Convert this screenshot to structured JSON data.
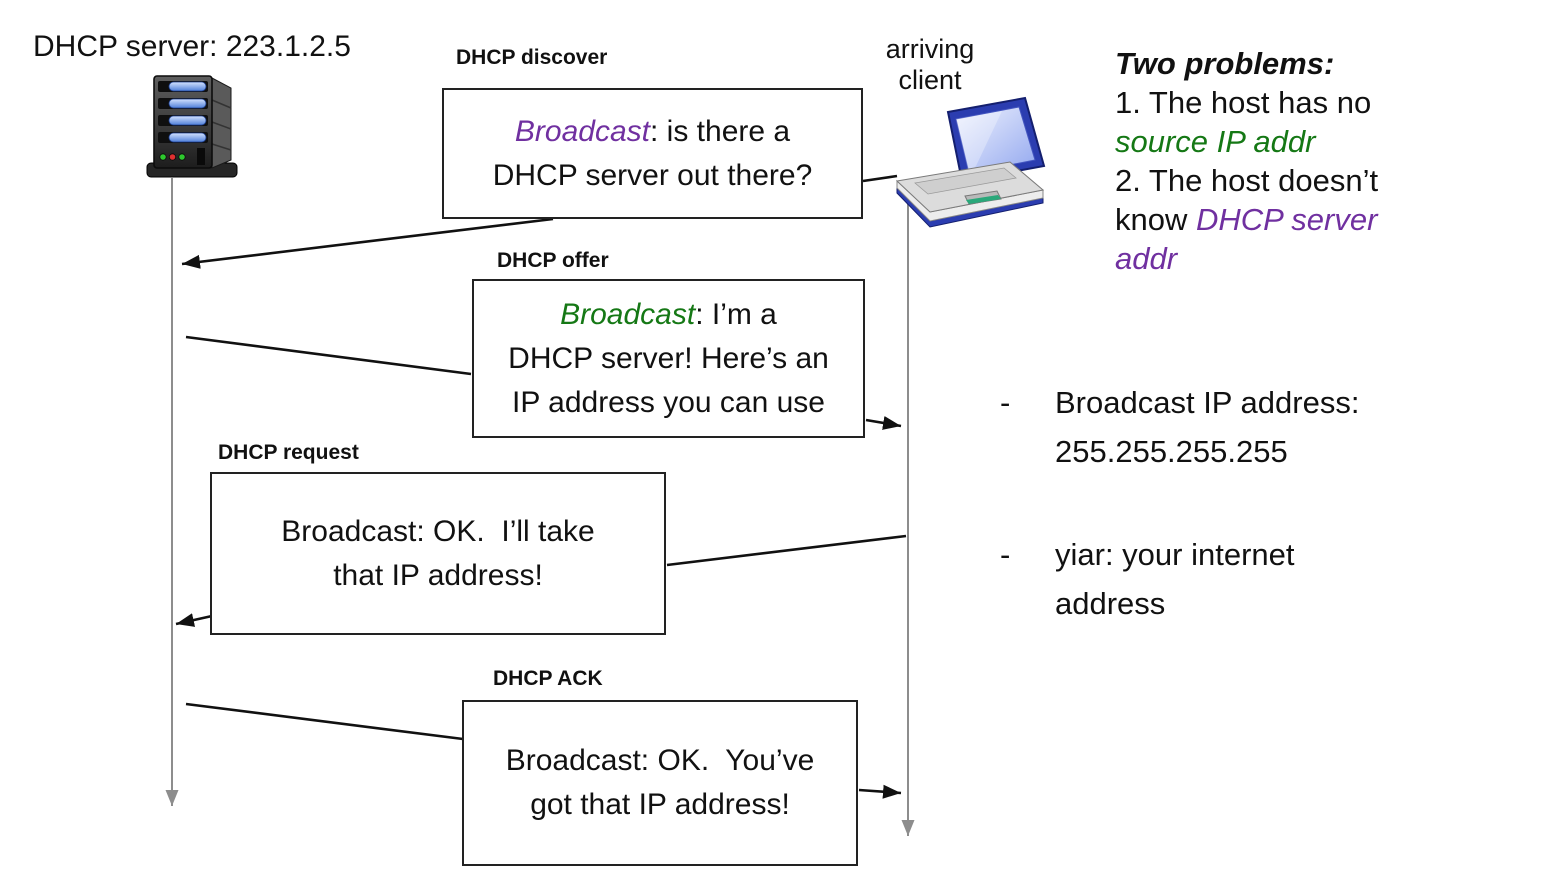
{
  "accents": {
    "purple": "#7030A0",
    "green": "#157815",
    "timeline_gray": "#8d8d8d",
    "arrow_black": "#111111"
  },
  "endpoints": {
    "server_label": "DHCP server: 223.1.2.5",
    "client_label": "arriving\nclient"
  },
  "messages": {
    "discover": {
      "label": "DHCP discover",
      "highlight": "Broadcast",
      "rest": ": is there a\nDHCP server out there?"
    },
    "offer": {
      "label": "DHCP offer",
      "highlight": "Broadcast",
      "rest": ": I’m a\nDHCP server! Here’s an\nIP address you can use"
    },
    "request": {
      "label": "DHCP request",
      "text": "Broadcast: OK.  I’ll take\nthat IP address!"
    },
    "ack": {
      "label": "DHCP ACK",
      "text": "Broadcast: OK.  You’ve\ngot that IP address!"
    }
  },
  "problems": {
    "title": "Two problems:",
    "line1": "1. The host has no",
    "line2": "source IP addr",
    "line3": "2. The host doesn’t",
    "line4_prefix": "know ",
    "line4_highlight": "DHCP server",
    "line5": "addr"
  },
  "notes": [
    {
      "dash": "-",
      "text": "Broadcast IP address:\n255.255.255.255"
    },
    {
      "dash": "-",
      "text": "yiar: your internet\naddress"
    }
  ]
}
